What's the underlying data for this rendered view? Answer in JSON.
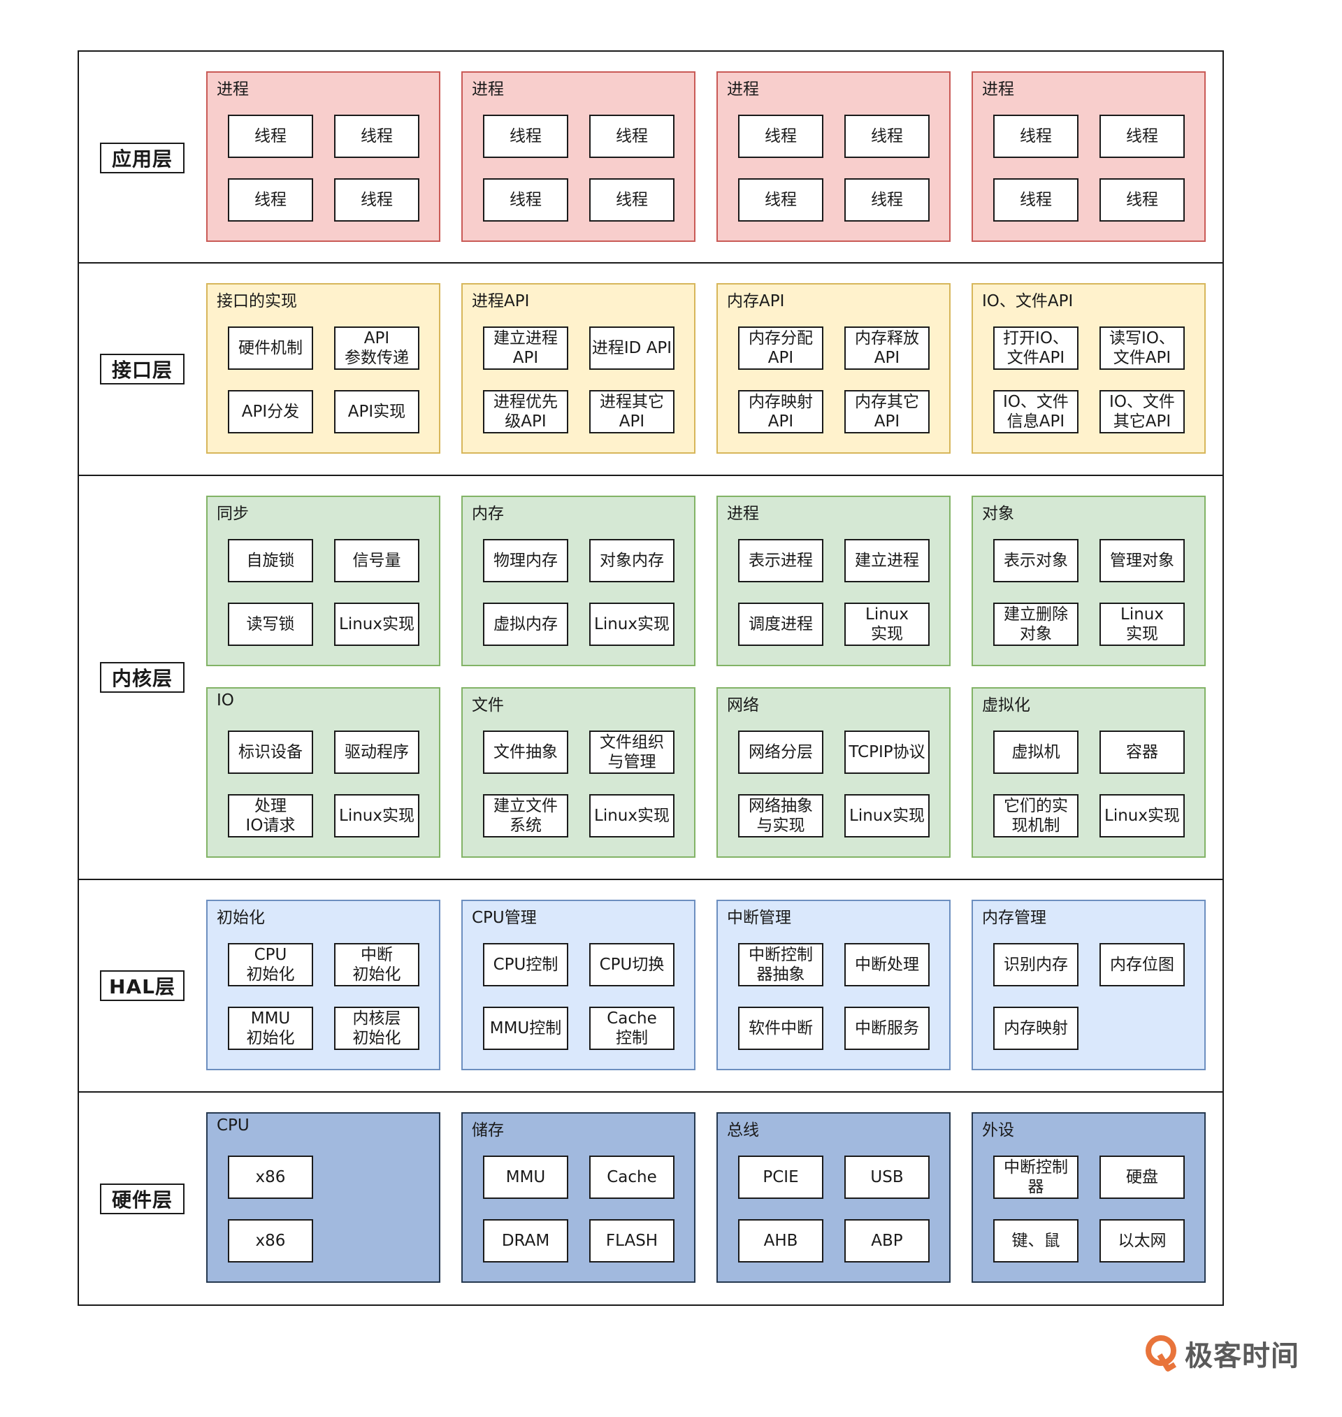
{
  "layers": [
    {
      "id": "app",
      "label": "应用层",
      "groups": [
        {
          "title": "进程",
          "items": [
            "线程",
            "线程",
            "线程",
            "线程"
          ]
        },
        {
          "title": "进程",
          "items": [
            "线程",
            "线程",
            "线程",
            "线程"
          ]
        },
        {
          "title": "进程",
          "items": [
            "线程",
            "线程",
            "线程",
            "线程"
          ]
        },
        {
          "title": "进程",
          "items": [
            "线程",
            "线程",
            "线程",
            "线程"
          ]
        }
      ]
    },
    {
      "id": "api",
      "label": "接口层",
      "groups": [
        {
          "title": "接口的实现",
          "items": [
            "硬件机制",
            "API\n参数传递",
            "API分发",
            "API实现"
          ]
        },
        {
          "title": "进程API",
          "items": [
            "建立进程\nAPI",
            "进程ID API",
            "进程优先\n级API",
            "进程其它\nAPI"
          ]
        },
        {
          "title": "内存API",
          "items": [
            "内存分配\nAPI",
            "内存释放\nAPI",
            "内存映射\nAPI",
            "内存其它\nAPI"
          ]
        },
        {
          "title": "IO、文件API",
          "items": [
            "打开IO、\n文件API",
            "读写IO、\n文件API",
            "IO、文件\n信息API",
            "IO、文件\n其它API"
          ]
        }
      ]
    },
    {
      "id": "kernel",
      "label": "内核层",
      "groups": [
        {
          "title": "同步",
          "items": [
            "自旋锁",
            "信号量",
            "读写锁",
            "Linux实现"
          ]
        },
        {
          "title": "内存",
          "items": [
            "物理内存",
            "对象内存",
            "虚拟内存",
            "Linux实现"
          ]
        },
        {
          "title": "进程",
          "items": [
            "表示进程",
            "建立进程",
            "调度进程",
            "Linux\n实现"
          ]
        },
        {
          "title": "对象",
          "items": [
            "表示对象",
            "管理对象",
            "建立删除\n对象",
            "Linux\n实现"
          ]
        },
        {
          "title": "IO",
          "items": [
            "标识设备",
            "驱动程序",
            "处理\nIO请求",
            "Linux实现"
          ]
        },
        {
          "title": "文件",
          "items": [
            "文件抽象",
            "文件组织\n与管理",
            "建立文件\n系统",
            "Linux实现"
          ]
        },
        {
          "title": "网络",
          "items": [
            "网络分层",
            "TCPIP协议",
            "网络抽象\n与实现",
            "Linux实现"
          ]
        },
        {
          "title": "虚拟化",
          "items": [
            "虚拟机",
            "容器",
            "它们的实\n现机制",
            "Linux实现"
          ]
        }
      ]
    },
    {
      "id": "hal",
      "label": "HAL层",
      "groups": [
        {
          "title": "初始化",
          "items": [
            "CPU\n初始化",
            "中断\n初始化",
            "MMU\n初始化",
            "内核层\n初始化"
          ]
        },
        {
          "title": "CPU管理",
          "items": [
            "CPU控制",
            "CPU切换",
            "MMU控制",
            "Cache\n控制"
          ]
        },
        {
          "title": "中断管理",
          "items": [
            "中断控制\n器抽象",
            "中断处理",
            "软件中断",
            "中断服务"
          ]
        },
        {
          "title": "内存管理",
          "items": [
            "识别内存",
            "内存位图",
            "内存映射"
          ]
        }
      ]
    },
    {
      "id": "hw",
      "label": "硬件层",
      "groups": [
        {
          "title": "CPU",
          "items": [
            "x86",
            "",
            "x86"
          ]
        },
        {
          "title": "储存",
          "items": [
            "MMU",
            "Cache",
            "DRAM",
            "FLASH"
          ]
        },
        {
          "title": "总线",
          "items": [
            "PCIE",
            "USB",
            "AHB",
            "ABP"
          ]
        },
        {
          "title": "外设",
          "items": [
            "中断控制\n器",
            "硬盘",
            "键、鼠",
            "以太网"
          ]
        }
      ]
    }
  ],
  "logo": {
    "text": "极客时间",
    "color": "#e8743b"
  }
}
